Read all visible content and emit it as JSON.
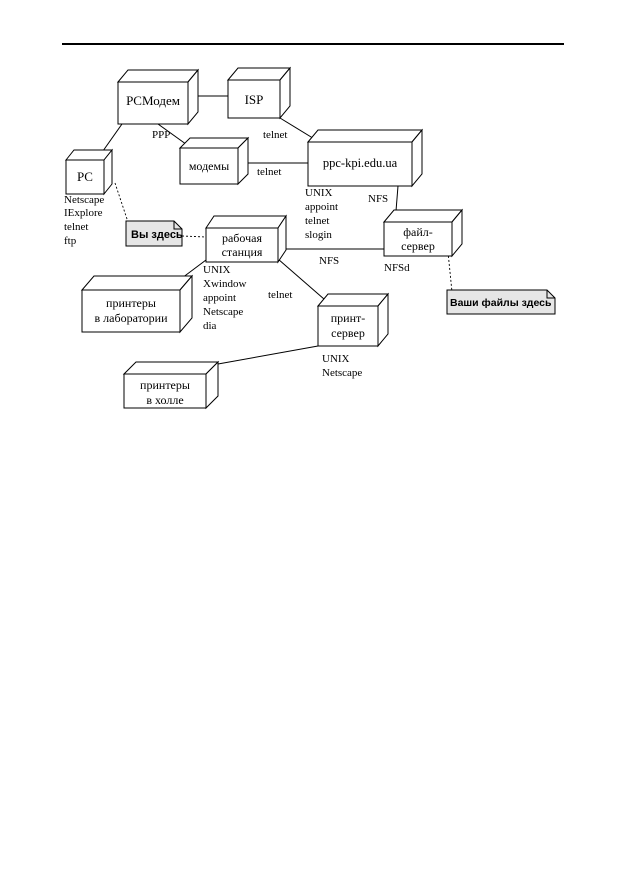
{
  "nodes": {
    "pcmodem": "PCМодем",
    "isp": "ISP",
    "modems": "модемы",
    "ppc": "ppc-kpi.edu.ua",
    "pc": "PC",
    "workstation": [
      "рабочая",
      "станция"
    ],
    "fileserver": [
      "файл-",
      "сервер"
    ],
    "printers_lab": [
      "принтеры",
      "в лаборатории"
    ],
    "printserver": [
      "принт-",
      "сервер"
    ],
    "printers_hall": [
      "принтеры",
      "в холле"
    ]
  },
  "links": {
    "ppp": "PPP",
    "telnet_isp": "telnet",
    "telnet_modems": "telnet",
    "nfs_ppc": "NFS",
    "nfs_ws": "NFS",
    "telnet_ws": "telnet"
  },
  "software": {
    "pc": [
      "Netscape",
      "IExplore",
      "telnet",
      "ftp"
    ],
    "ppc": [
      "UNIX",
      "appoint",
      "telnet",
      "slogin"
    ],
    "workstation": [
      "UNIX",
      "Xwindow",
      "appoint",
      "Netscape",
      "dia"
    ],
    "fileserver": [
      "NFSd"
    ],
    "printserver": [
      "UNIX",
      "Netscape"
    ]
  },
  "notes": {
    "you_are_here": "Вы здесь",
    "your_files_here": "Ваши файлы здесь"
  }
}
